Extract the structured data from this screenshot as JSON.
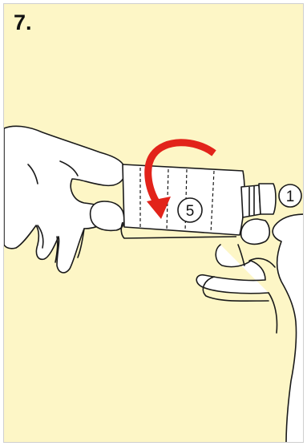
{
  "step": {
    "number": "7."
  },
  "callouts": [
    {
      "id": "pen-cap",
      "label": "1"
    },
    {
      "id": "needle-label",
      "label": "5"
    }
  ],
  "colors": {
    "background": "#fdf6c6",
    "arrow": "#e2231a",
    "outline": "#1a1a1a",
    "skin": "#ffffff"
  },
  "icons": {
    "arrow": "curved-rotation-arrow-icon"
  }
}
